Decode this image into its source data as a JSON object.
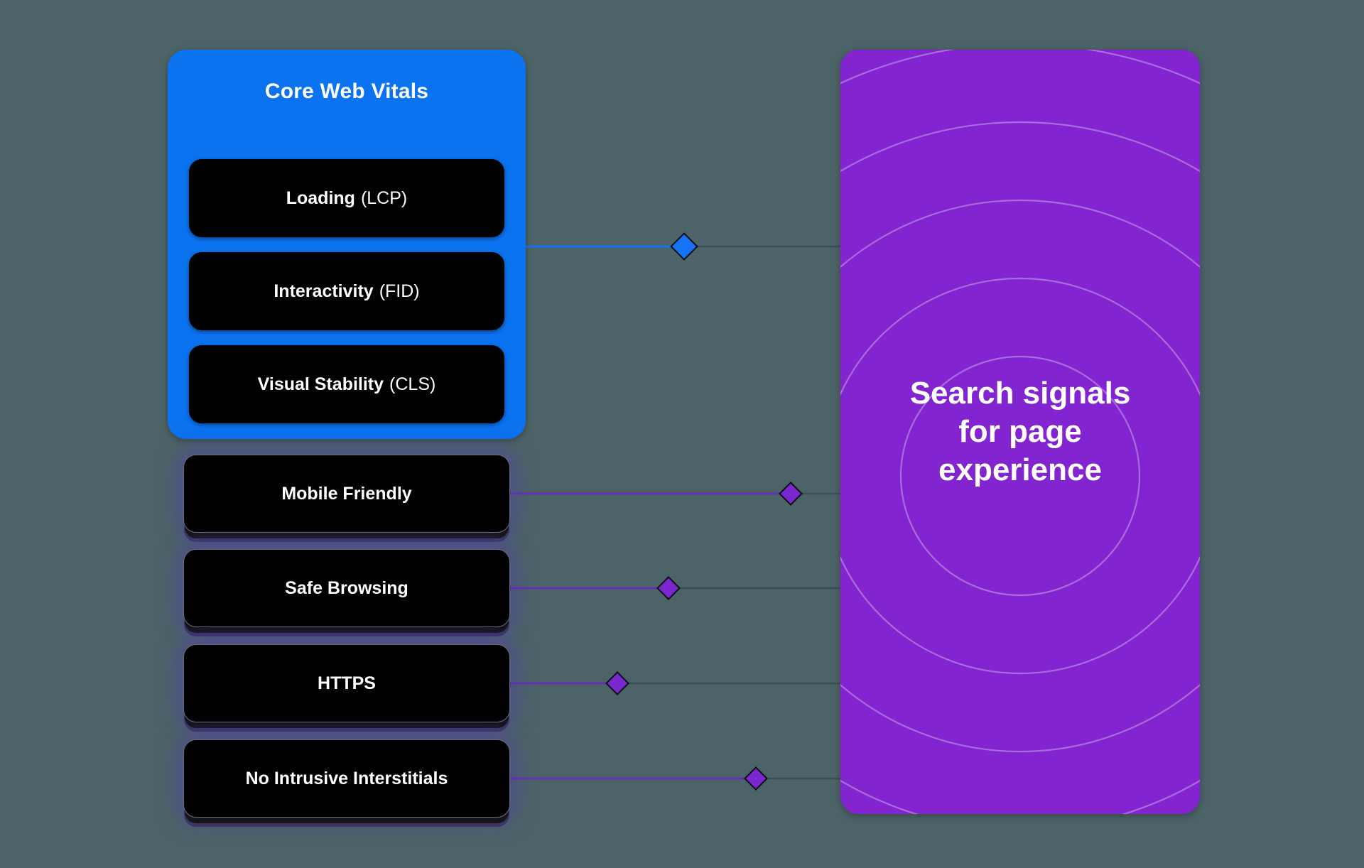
{
  "background_color": "#4c6368",
  "core_web_vitals": {
    "title": "Core Web Vitals",
    "panel_color": "#0b73ef",
    "items": [
      {
        "name": "Loading",
        "abbr": "(LCP)"
      },
      {
        "name": "Interactivity",
        "abbr": "(FID)"
      },
      {
        "name": "Visual Stability",
        "abbr": "(CLS)"
      }
    ]
  },
  "other_signals": [
    {
      "label": "Mobile Friendly"
    },
    {
      "label": "Safe Browsing"
    },
    {
      "label": "HTTPS"
    },
    {
      "label": "No Intrusive Interstitials"
    }
  ],
  "search_panel": {
    "panel_color": "#8224cf",
    "line1": "Search signals",
    "line2": "for page",
    "line3": "experience"
  },
  "connectors": {
    "accent_blue": "#1573f5",
    "accent_purple": "#7b27cf",
    "line_color": "#3c4e55"
  }
}
